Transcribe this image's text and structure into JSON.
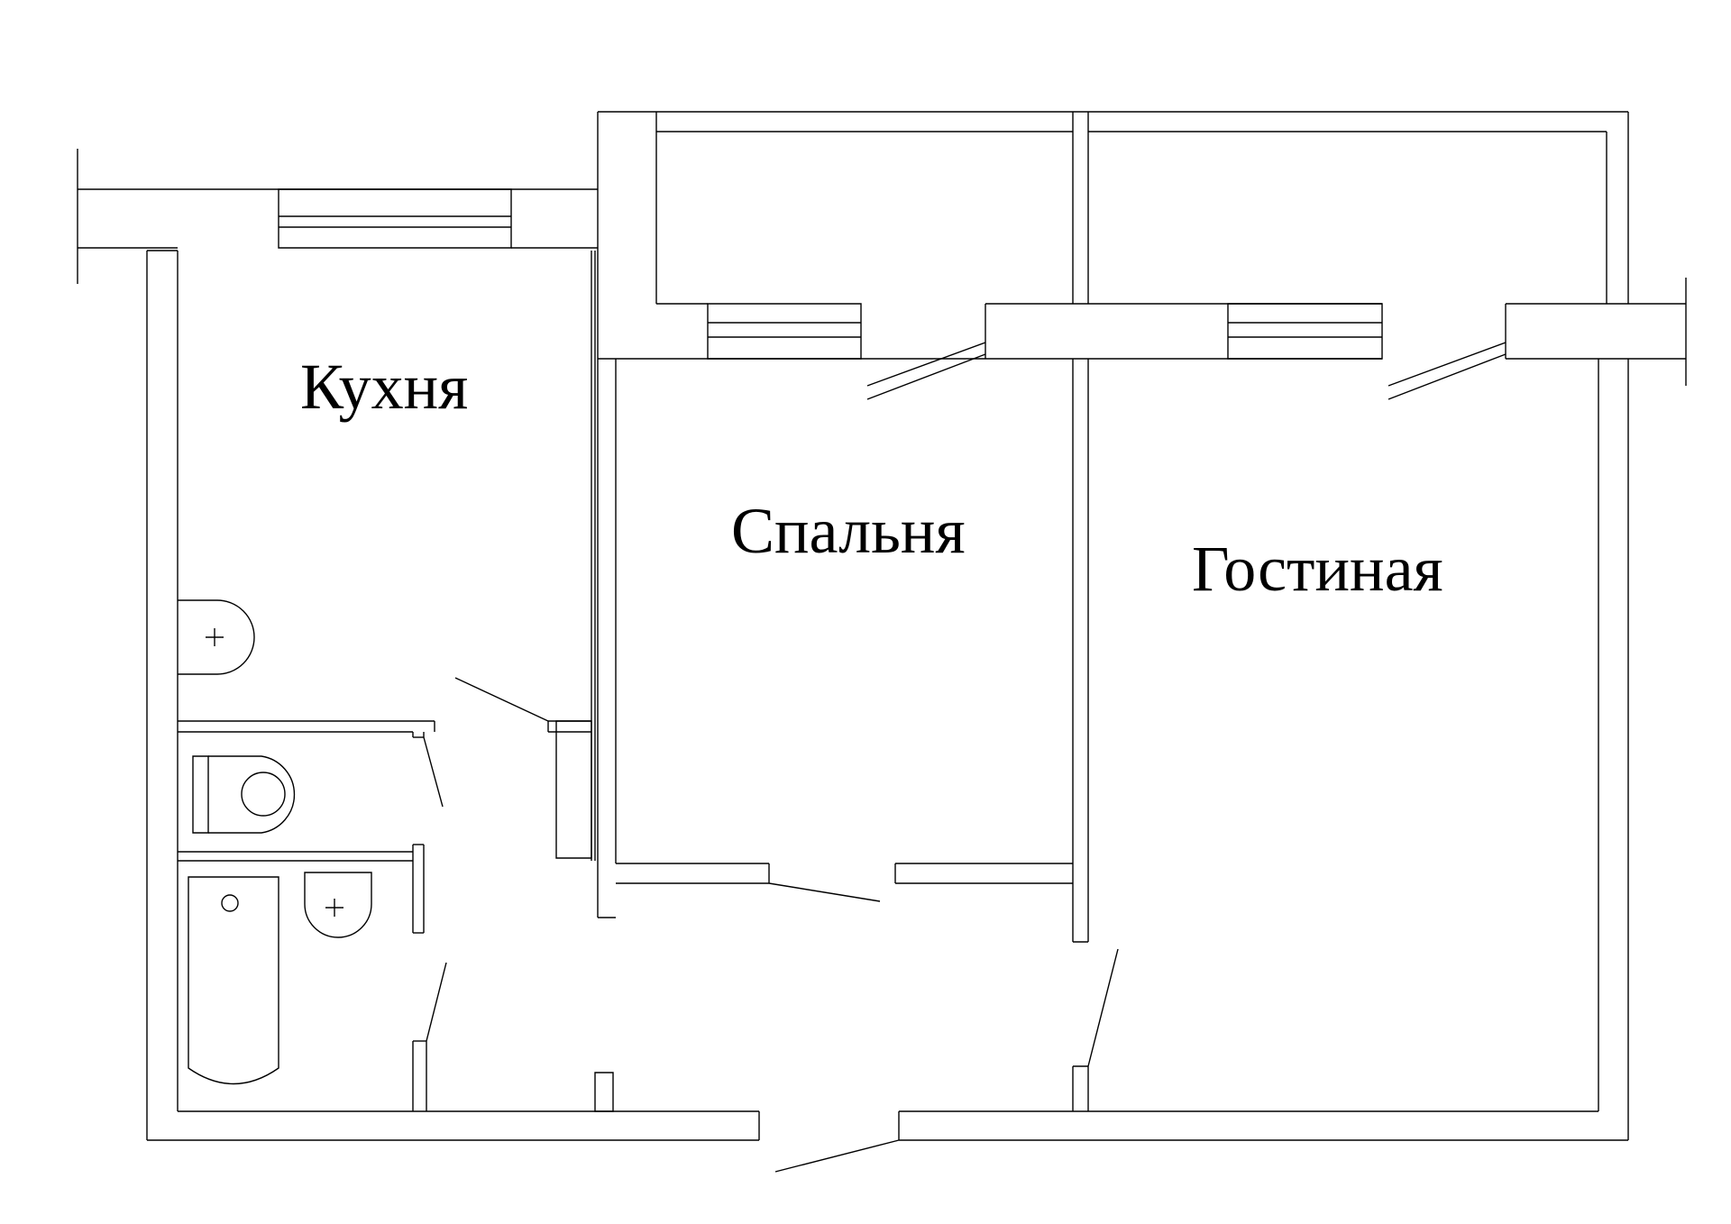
{
  "plan": {
    "rooms": {
      "kitchen": "Кухня",
      "bedroom": "Спальня",
      "living": "Гостиная"
    },
    "line_color": "#000000",
    "background": "#ffffff"
  }
}
